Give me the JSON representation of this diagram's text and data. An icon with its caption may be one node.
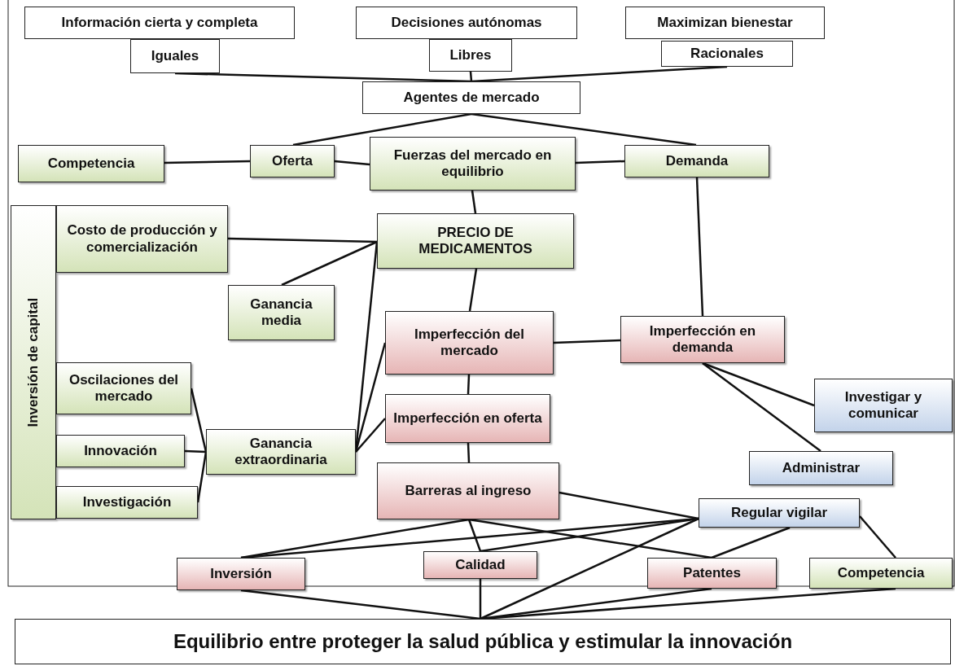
{
  "diagram": {
    "nodes": [
      {
        "text": [
          "Información cierta y completa"
        ]
      },
      {
        "text": [
          "Iguales"
        ]
      },
      {
        "text": [
          "Decisiones autónomas"
        ]
      },
      {
        "text": [
          "Libres"
        ]
      },
      {
        "text": [
          "Maximizan bienestar"
        ]
      },
      {
        "text": [
          "Racionales"
        ]
      },
      {
        "text": [
          "Agentes de mercado"
        ]
      },
      {
        "text": [
          "Competencia"
        ]
      },
      {
        "text": [
          "Oferta"
        ]
      },
      {
        "text": [
          "Fuerzas del mercado en equilibrio"
        ]
      },
      {
        "text": [
          "Demanda"
        ]
      },
      {
        "text": [
          "Inversión de capital"
        ]
      },
      {
        "text": [
          "Costo de producción y comercialización"
        ]
      },
      {
        "text": [
          "PRECIO DE MEDICAMENTOS"
        ]
      },
      {
        "text": [
          "Ganancia media"
        ]
      },
      {
        "text": [
          "Imperfección del mercado"
        ]
      },
      {
        "text": [
          "Imperfección en demanda"
        ]
      },
      {
        "text": [
          "Oscilaciones del mercado"
        ]
      },
      {
        "text": [
          "Innovación"
        ]
      },
      {
        "text": [
          "Ganancia extraordinaria"
        ]
      },
      {
        "text": [
          "Imperfección en oferta"
        ]
      },
      {
        "text": [
          "Investigar  y comunicar"
        ]
      },
      {
        "text": [
          "Investigación"
        ]
      },
      {
        "text": [
          "Barreras al ingreso"
        ]
      },
      {
        "text": [
          "Administrar"
        ]
      },
      {
        "text": [
          "Regular vigilar"
        ]
      },
      {
        "text": [
          "Inversión"
        ]
      },
      {
        "text": [
          "Calidad"
        ]
      },
      {
        "text": [
          "Patentes"
        ]
      },
      {
        "text": [
          "Competencia"
        ]
      },
      {
        "text": [
          "Equilibrio entre proteger la salud pública y estimular la innovación"
        ]
      }
    ],
    "edges": [
      {
        "from": 1,
        "to": 6,
        "arrow": "none"
      },
      {
        "from": 3,
        "to": 6,
        "arrow": "none"
      },
      {
        "from": 5,
        "to": 6,
        "arrow": "none"
      },
      {
        "from": 6,
        "to": 8,
        "arrow": "none"
      },
      {
        "from": 6,
        "to": 10,
        "arrow": "none"
      },
      {
        "from": 7,
        "to": 8,
        "arrow": "none"
      },
      {
        "from": 8,
        "to": 9,
        "arrow": "none"
      },
      {
        "from": 9,
        "to": 10,
        "arrow": "none"
      },
      {
        "from": 9,
        "to": 13,
        "arrow": "none"
      },
      {
        "from": 10,
        "to": 16,
        "arrow": "none"
      },
      {
        "from": 12,
        "to": 13,
        "arrow": "none"
      },
      {
        "from": 14,
        "to": 13,
        "arrow": "none"
      },
      {
        "from": 19,
        "to": 13,
        "arrow": "none"
      },
      {
        "from": 13,
        "to": 15,
        "arrow": "none"
      },
      {
        "from": 15,
        "to": 16,
        "arrow": "none"
      },
      {
        "from": 15,
        "to": 20,
        "arrow": "none"
      },
      {
        "from": 19,
        "to": 15,
        "arrow": "none"
      },
      {
        "from": 19,
        "to": 20,
        "arrow": "none"
      },
      {
        "from": 17,
        "to": 19,
        "arrow": "none"
      },
      {
        "from": 18,
        "to": 19,
        "arrow": "none"
      },
      {
        "from": 22,
        "to": 19,
        "arrow": "none"
      },
      {
        "from": 20,
        "to": 23,
        "arrow": "none"
      },
      {
        "from": 16,
        "to": 21,
        "arrow": "none"
      },
      {
        "from": 16,
        "to": 24,
        "arrow": "none"
      },
      {
        "from": 23,
        "to": 25,
        "arrow": "none"
      },
      {
        "from": 23,
        "to": 26,
        "arrow": "none"
      },
      {
        "from": 23,
        "to": 27,
        "arrow": "none"
      },
      {
        "from": 23,
        "to": 28,
        "arrow": "none"
      },
      {
        "from": 25,
        "to": 26,
        "arrow": "none"
      },
      {
        "from": 25,
        "to": 27,
        "arrow": "none"
      },
      {
        "from": 25,
        "to": 28,
        "arrow": "none"
      },
      {
        "from": 25,
        "to": 29,
        "arrow": "none"
      },
      {
        "from": 25,
        "to": 30,
        "arrow": "none"
      },
      {
        "from": 26,
        "to": 30,
        "arrow": "none"
      },
      {
        "from": 27,
        "to": 30,
        "arrow": "none"
      },
      {
        "from": 28,
        "to": 30,
        "arrow": "none"
      },
      {
        "from": 29,
        "to": 30,
        "arrow": "none"
      }
    ]
  }
}
